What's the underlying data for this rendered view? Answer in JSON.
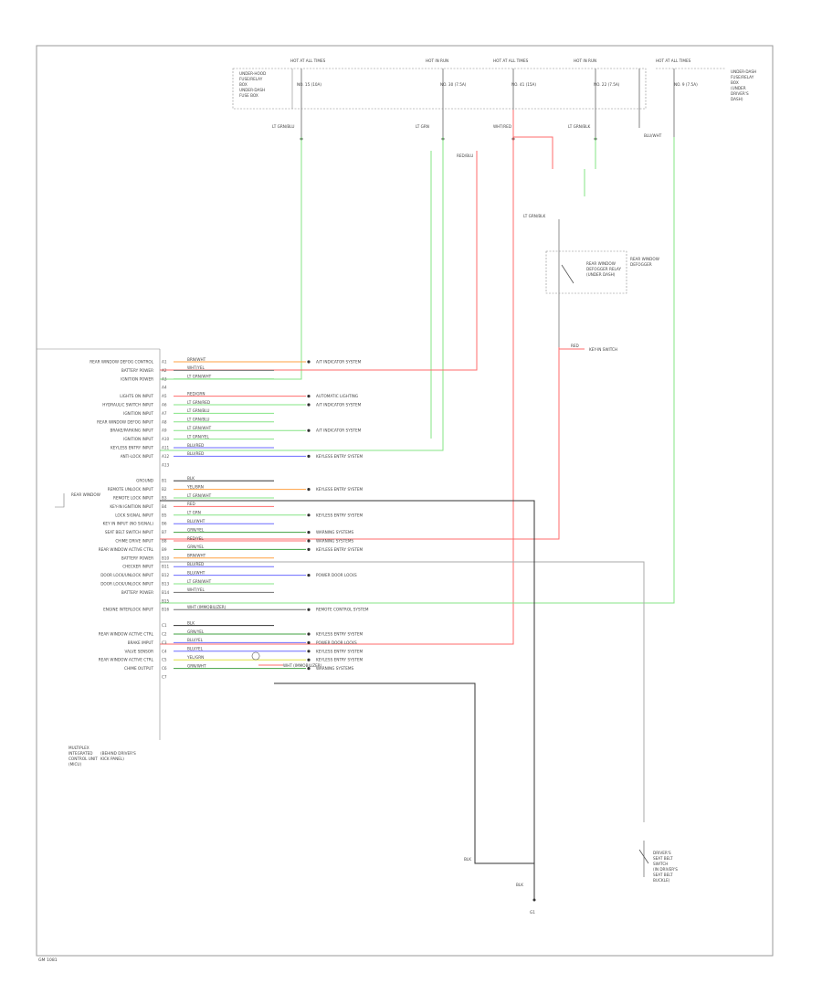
{
  "figure_id": "GM 1081",
  "ground": "G1",
  "wire_colors": {
    "green": "#86e486",
    "red": "#ff6b6b",
    "orange": "#ffa040",
    "blue": "#6b6bff",
    "purple": "#a070d0",
    "dkgreen": "#40a040",
    "yellow": "#e0e040",
    "gray": "#707070",
    "black": "#333333"
  },
  "fuse_block": {
    "labels": [
      "HOT AT ALL TIMES",
      "HOT IN RUN",
      "HOT AT ALL TIMES",
      "HOT IN RUN",
      "HOT AT ALL TIMES"
    ],
    "header_notes": [
      "UNDER-HOOD",
      "FUSE/RELAY",
      "BOX",
      "UNDER-DASH",
      "FUSE BOX"
    ],
    "fuse_notes": [
      "NO. 15 (10A)",
      "NO. 30 (7.5A)",
      "NO. 41 (15A)",
      "NO. 22 (7.5A)",
      "NO. 9 (7.5A)"
    ],
    "right_note": [
      "UNDER-DASH",
      "FUSE/RELAY",
      "BOX",
      "(UNDER",
      "DRIVER'S",
      "DASH)"
    ]
  },
  "top_splices": [
    "LT GRN/BLU",
    "LT GRN",
    "WHT/RED",
    "LT GRN/BLK",
    "RED/BLU",
    "BLU/WHT"
  ],
  "rear_window": [
    "LT GRN/BLK",
    "REAR WINDOW",
    "DEFOGGER RELAY",
    "(UNDER DASH)",
    "REAR WINDOW",
    "DEFOGGER"
  ],
  "seat_belt_sw": [
    "DRIVER'S",
    "SEAT BELT",
    "SWITCH",
    "(IN DRIVER'S",
    "SEAT BELT",
    "BUCKLE)"
  ],
  "ecu": {
    "name_lines": [
      "MULTIPLEX",
      "INTEGRATED",
      "CONTROL UNIT",
      "(MICU)",
      "(BEHIND DRIVER'S",
      "KICK PANEL)"
    ],
    "group1_label": "REAR WINDOW",
    "rows": [
      {
        "pin": "A1",
        "name": "REAR WINDOW DEFOG CONTROL",
        "wire": "BRN/WHT",
        "dest": "A/T INDICATOR SYSTEM"
      },
      {
        "pin": "A2",
        "name": "BATTERY POWER",
        "wire": "WHT/YEL",
        "dest": ""
      },
      {
        "pin": "A3",
        "name": "IGNITION POWER",
        "wire": "LT GRN/WHT",
        "dest": ""
      },
      {
        "pin": "A4",
        "name": "",
        "wire": "",
        "dest": ""
      },
      {
        "pin": "A5",
        "name": "LIGHTS ON INPUT",
        "wire": "RED/GRN",
        "dest": "AUTOMATIC LIGHTING"
      },
      {
        "pin": "A6",
        "name": "HYDRAULIC SWITCH INPUT",
        "wire": "LT GRN/RED",
        "dest": "A/T INDICATOR SYSTEM"
      },
      {
        "pin": "A7",
        "name": "IGNITION INPUT",
        "wire": "LT GRN/BLU",
        "dest": ""
      },
      {
        "pin": "A8",
        "name": "REAR WINDOW DEFOG INPUT",
        "wire": "LT GRN/BLU",
        "dest": ""
      },
      {
        "pin": "A9",
        "name": "BRAKE/PARKING INPUT",
        "wire": "LT GRN/WHT",
        "dest": "A/T INDICATOR SYSTEM"
      },
      {
        "pin": "A10",
        "name": "IGNITION INPUT",
        "wire": "LT GRN/YEL",
        "dest": ""
      },
      {
        "pin": "A11",
        "name": "KEYLESS ENTRY INPUT",
        "wire": "BLU/RED",
        "dest": ""
      },
      {
        "pin": "A12",
        "name": "ANTI-LOCK INPUT",
        "wire": "BLU/RED",
        "dest": "KEYLESS ENTRY SYSTEM"
      },
      {
        "pin": "A13",
        "name": "",
        "wire": "",
        "dest": ""
      },
      {
        "pin": "B1",
        "name": "GROUND",
        "wire": "BLK",
        "dest": ""
      },
      {
        "pin": "B2",
        "name": "REMOTE UNLOCK INPUT",
        "wire": "YEL/BRN",
        "dest": "KEYLESS ENTRY SYSTEM"
      },
      {
        "pin": "B3",
        "name": "REMOTE LOCK INPUT",
        "wire": "LT GRN/WHT",
        "dest": ""
      },
      {
        "pin": "B4",
        "name": "KEY-IN IGNITION INPUT",
        "wire": "RED",
        "dest": ""
      },
      {
        "pin": "B5",
        "name": "LOCK SIGNAL INPUT",
        "wire": "LT GRN",
        "dest": "KEYLESS ENTRY SYSTEM"
      },
      {
        "pin": "B6",
        "name": "KEY IN INPUT (NO SIGNAL)",
        "wire": "BLU/WHT",
        "dest": ""
      },
      {
        "pin": "B7",
        "name": "SEAT BELT SWITCH INPUT",
        "wire": "GRN/YEL",
        "dest": "WARNING SYSTEMS"
      },
      {
        "pin": "B8",
        "name": "CHIME DRIVE INPUT",
        "wire": "RED/YEL",
        "dest": "WARNING SYSTEMS"
      },
      {
        "pin": "B9",
        "name": "REAR WINDOW ACTIVE CTRL",
        "wire": "GRN/YEL",
        "dest": "KEYLESS ENTRY SYSTEM"
      },
      {
        "pin": "B10",
        "name": "BATTERY POWER",
        "wire": "BRN/WHT",
        "dest": ""
      },
      {
        "pin": "B11",
        "name": "CHECKER INPUT",
        "wire": "BLU/RED",
        "dest": ""
      },
      {
        "pin": "B12",
        "name": "DOOR LOCK/UNLOCK INPUT",
        "wire": "BLU/WHT",
        "dest": "POWER DOOR LOCKS"
      },
      {
        "pin": "B13",
        "name": "DOOR LOCK/UNLOCK INPUT",
        "wire": "LT GRN/WHT",
        "dest": ""
      },
      {
        "pin": "B14",
        "name": "BATTERY POWER",
        "wire": "WHT/YEL",
        "dest": ""
      },
      {
        "pin": "B15",
        "name": "",
        "wire": "",
        "dest": ""
      },
      {
        "pin": "B16",
        "name": "ENGINE INTERLOCK INPUT",
        "wire": "WHT (IMMOBILIZER)",
        "dest": "REMOTE CONTROL SYSTEM"
      },
      {
        "pin": "C1",
        "name": "",
        "wire": "BLK",
        "dest": ""
      },
      {
        "pin": "C2",
        "name": "REAR WINDOW ACTIVE CTRL",
        "wire": "GRN/YEL",
        "dest": "KEYLESS ENTRY SYSTEM"
      },
      {
        "pin": "C3",
        "name": "BRAKE IMPUT",
        "wire": "BLU/YEL",
        "dest": "POWER DOOR LOCKS"
      },
      {
        "pin": "C4",
        "name": "VALVE SENSOR",
        "wire": "BLU/YEL",
        "dest": "KEYLESS ENTRY SYSTEM"
      },
      {
        "pin": "C5",
        "name": "REAR WINDOW ACTIVE CTRL",
        "wire": "YEL/GRN",
        "dest": "KEYLESS ENTRY SYSTEM"
      },
      {
        "pin": "C6",
        "name": "CHIME OUTPUT",
        "wire": "GRN/WHT",
        "dest": "WARNING SYSTEMS"
      },
      {
        "pin": "C7",
        "name": "",
        "wire": "",
        "dest": ""
      }
    ]
  },
  "misc_labels": {
    "red_note": "RED",
    "red_dest": "KEY-IN SWITCH",
    "wht_mark": "WHT (IMMOBILIZER)",
    "blk_label": "BLK",
    "red_lbl": "RED"
  }
}
